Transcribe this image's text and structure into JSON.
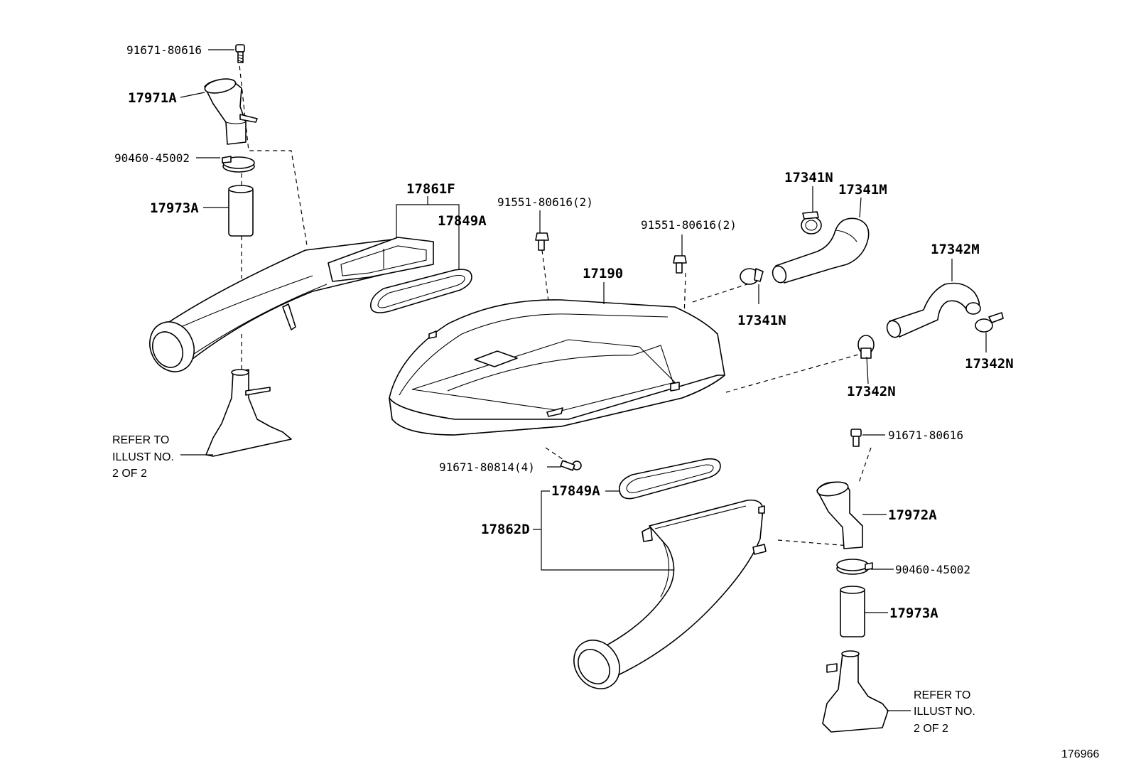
{
  "figure_id": "176966",
  "labels": {
    "bolt_top_left": "91671-80616",
    "duct_17971A": "17971A",
    "clamp_left": "90460-45002",
    "hose_left": "17973A",
    "inlet_17861F": "17861F",
    "gasket_upper": "17849A",
    "bolt_cover_left": "91551-80616(2)",
    "bolt_cover_right": "91551-80616(2)",
    "cover_17190": "17190",
    "clip_17341N_top": "17341N",
    "hose_17341M": "17341M",
    "clip_17341N_bottom": "17341N",
    "hose_17342M": "17342M",
    "clip_17342N_right": "17342N",
    "clip_17342N_bottom": "17342N",
    "bolt_right": "91671-80616",
    "bolt_cover_bottom": "91671-80814(4)",
    "gasket_lower": "17849A",
    "inlet_17862D": "17862D",
    "duct_17972A": "17972A",
    "clamp_right": "90460-45002",
    "hose_right": "17973A"
  },
  "notes": {
    "left": [
      "REFER TO",
      "ILLUST NO.",
      "2 OF 2"
    ],
    "right": [
      "REFER TO",
      "ILLUST NO.",
      "2 OF 2"
    ]
  }
}
